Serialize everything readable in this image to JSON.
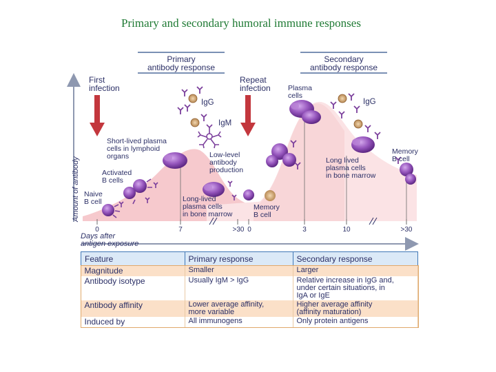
{
  "title": "Primary and secondary humoral immune responses",
  "headers": {
    "primary": [
      "Primary",
      "antibody response"
    ],
    "secondary": [
      "Secondary",
      "antibody response"
    ]
  },
  "events": {
    "first": [
      "First",
      "infection"
    ],
    "repeat": [
      "Repeat",
      "infection"
    ]
  },
  "labels": {
    "naive": [
      "Naive",
      "B cell"
    ],
    "activated": [
      "Activated",
      "B cells"
    ],
    "shortlived": [
      "Short-lived plasma",
      "cells in lymphoid",
      "organs"
    ],
    "igg_left": "IgG",
    "igm": "IgM",
    "lowlevel": [
      "Low-level",
      "antibody",
      "production"
    ],
    "longlived_left": [
      "Long-lived",
      "plasma cells",
      "in bone marrow"
    ],
    "memory_mid": [
      "Memory",
      "B cell"
    ],
    "plasma_cells": [
      "Plasma",
      "cells"
    ],
    "igg_right": "IgG",
    "longlived_right": [
      "Long lived",
      "plasma cells",
      "in bone marrow"
    ],
    "memory_right": [
      "Memory",
      "B cell"
    ]
  },
  "axis": {
    "y_label": "Amount of antibody",
    "x_label": [
      "Days after",
      "antigen exposure"
    ],
    "ticks": [
      "0",
      "7",
      ">30",
      "0",
      "3",
      "10",
      ">30"
    ]
  },
  "colors": {
    "curve_fill": "#f6c9cd",
    "curve_fill_light": "#fbe3e5",
    "arrow_red": "#c3373d",
    "cell_purple": "#7b3f9c",
    "text_navy": "#2b2f66",
    "table_header": "#dbe9f7",
    "table_row": "#fbe0c8"
  },
  "table": {
    "columns": [
      "Feature",
      "Primary response",
      "Secondary response"
    ],
    "rows": [
      {
        "feature": "Magnitude",
        "primary": [
          "Smaller"
        ],
        "secondary": [
          "Larger"
        ]
      },
      {
        "feature": "Antibody isotype",
        "primary": [
          "Usually IgM > IgG"
        ],
        "secondary": [
          "Relative increase in IgG and,",
          "under certain situations, in",
          "IgA or IgE"
        ]
      },
      {
        "feature": "Antibody affinity",
        "primary": [
          "Lower average affinity,",
          "more variable"
        ],
        "secondary": [
          "Higher average affinity",
          "(affinity maturation)"
        ]
      },
      {
        "feature": "Induced by",
        "primary": [
          "All immunogens"
        ],
        "secondary": [
          "Only protein antigens"
        ]
      }
    ]
  }
}
